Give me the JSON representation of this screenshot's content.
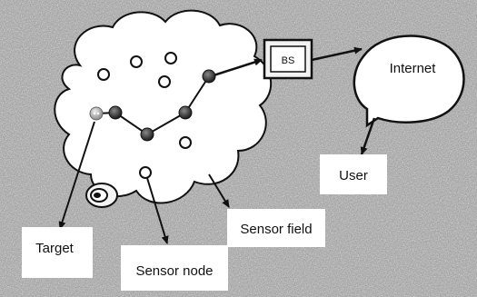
{
  "labels": {
    "bs": "BS",
    "internet": "Internet",
    "user": "User",
    "sensor_field": "Sensor field",
    "target": "Target",
    "sensor_node": "Sensor node"
  },
  "colors": {
    "noise_background": "#9a9a9a",
    "outline": "#111111",
    "fill": "#ffffff",
    "relay_node": "#333333",
    "target": "#bbbbbb"
  }
}
